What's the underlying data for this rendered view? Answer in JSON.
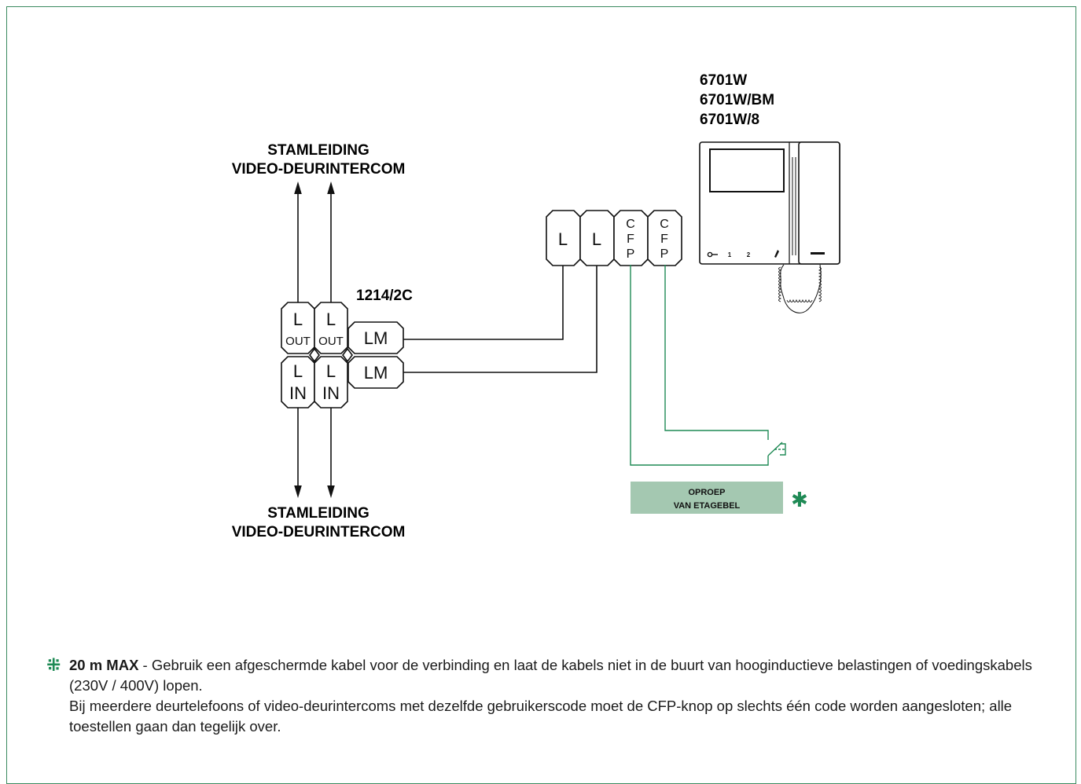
{
  "colors": {
    "frame": "#3a8a5f",
    "accent": "#1f8a55",
    "call_box": "#a4c8b1"
  },
  "riser_top": [
    "STAMLEIDING",
    "VIDEO-DEURINTERCOM"
  ],
  "riser_bottom": [
    "STAMLEIDING",
    "VIDEO-DEURINTERCOM"
  ],
  "distributor": {
    "model": "1214/2C",
    "out_terminals": [
      {
        "l1": "L",
        "l2": "OUT"
      },
      {
        "l1": "L",
        "l2": "OUT"
      }
    ],
    "in_terminals": [
      {
        "l1": "L",
        "l2": "IN"
      },
      {
        "l1": "L",
        "l2": "IN"
      }
    ],
    "lm_terminals": [
      "LM",
      "LM"
    ]
  },
  "monitor": {
    "models": [
      "6701W",
      "6701W/BM",
      "6701W/8"
    ],
    "terminals": [
      {
        "lines": [
          "L"
        ]
      },
      {
        "lines": [
          "L"
        ]
      },
      {
        "lines": [
          "C",
          "F",
          "P"
        ]
      },
      {
        "lines": [
          "C",
          "F",
          "P"
        ]
      }
    ],
    "buttons": [
      "1",
      "2"
    ]
  },
  "call_box": {
    "line1": "OPROEP",
    "line2": "VAN ETAGEBEL",
    "marker": "✱"
  },
  "footnote": {
    "marker": "⁜",
    "bold": "20 m MAX",
    "text1": " - Gebruik een afgeschermde kabel voor de verbinding en laat de kabels niet in de buurt van hooginductieve belastingen of voedingskabels (230V / 400V) lopen.",
    "text2": "Bij meerdere deurtelefoons of video-deurintercoms met dezelfde gebruikerscode moet de CFP-knop op slechts één code worden aangesloten; alle toestellen gaan dan tegelijk over."
  }
}
